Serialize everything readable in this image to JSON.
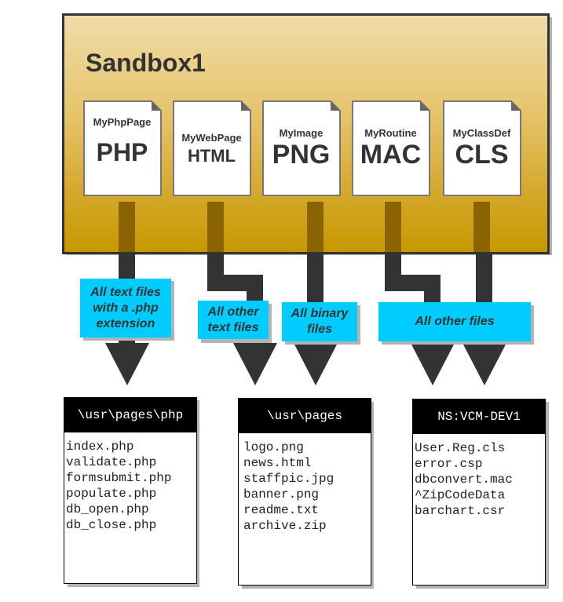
{
  "sandbox": {
    "title": "Sandbox1",
    "documents": [
      {
        "name": "MyPhpPage",
        "type": "PHP"
      },
      {
        "name": "MyWebPage",
        "type": "HTML"
      },
      {
        "name": "MyImage",
        "type": "PNG"
      },
      {
        "name": "MyRoutine",
        "type": "MAC"
      },
      {
        "name": "MyClassDef",
        "type": "CLS"
      }
    ]
  },
  "labels": {
    "php_files": [
      "All text files",
      "with a .php",
      "extension"
    ],
    "other_text": [
      "All other",
      "text files"
    ],
    "binary": [
      "All binary",
      "files"
    ],
    "other_files": [
      "All other files"
    ]
  },
  "targets": [
    {
      "header": "\\usr\\pages\\php",
      "items": [
        "index.php",
        "validate.php",
        "formsubmit.php",
        "populate.php",
        "db_open.php",
        "db_close.php"
      ]
    },
    {
      "header": "\\usr\\pages",
      "items": [
        "logo.png",
        "news.html",
        "staffpic.jpg",
        "banner.png",
        "readme.txt",
        "archive.zip"
      ]
    },
    {
      "header": "NS:VCM-DEV1",
      "items": [
        "User.Reg.cls",
        "error.csp",
        "dbconvert.mac",
        "^ZipCodeData",
        "barchart.csr"
      ]
    }
  ],
  "colors": {
    "label_bg": "#00ccff",
    "arrow": "#333333",
    "sandbox_top": "#f0dca8",
    "sandbox_bottom": "#c89800"
  }
}
